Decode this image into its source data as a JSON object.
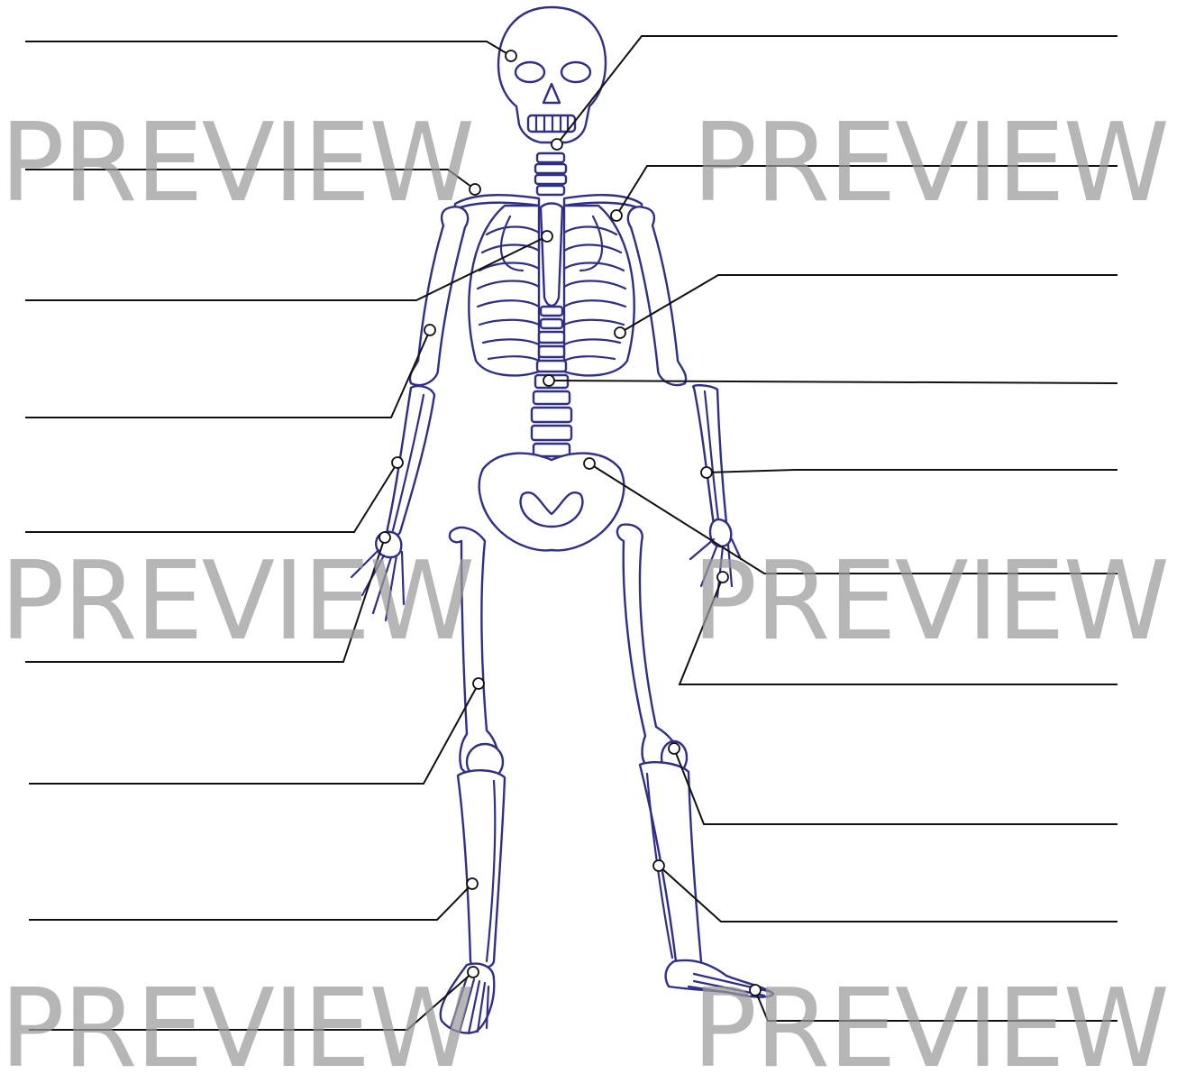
{
  "worksheet": {
    "watermark_text": "PREVIEW",
    "colors": {
      "bone_outline": "#2f2f8a",
      "leader_line": "#111111",
      "watermark": "#9a9a9a"
    },
    "label_blanks": [
      {
        "id": "skull",
        "side": "left"
      },
      {
        "id": "mandible",
        "side": "right"
      },
      {
        "id": "clavicle",
        "side": "left"
      },
      {
        "id": "scapula",
        "side": "right"
      },
      {
        "id": "sternum",
        "side": "left"
      },
      {
        "id": "ribs",
        "side": "right"
      },
      {
        "id": "humerus",
        "side": "left"
      },
      {
        "id": "vertebral-column",
        "side": "right"
      },
      {
        "id": "radius",
        "side": "left"
      },
      {
        "id": "ulna",
        "side": "right"
      },
      {
        "id": "pelvis",
        "side": "right"
      },
      {
        "id": "carpals",
        "side": "left"
      },
      {
        "id": "metacarpals-phalanges",
        "side": "right"
      },
      {
        "id": "femur",
        "side": "left"
      },
      {
        "id": "patella",
        "side": "right"
      },
      {
        "id": "tibia",
        "side": "left"
      },
      {
        "id": "fibula",
        "side": "right"
      },
      {
        "id": "tarsals",
        "side": "left"
      },
      {
        "id": "foot-phalanges",
        "side": "right"
      }
    ]
  }
}
